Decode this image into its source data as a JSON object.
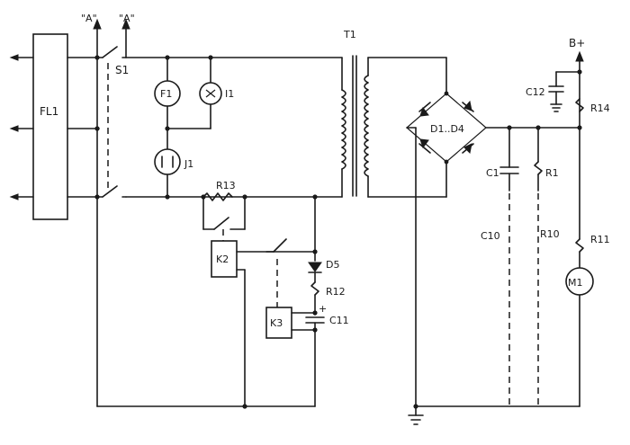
{
  "labels": {
    "fl1": "FL1",
    "a_left": "\"A\"",
    "a_right": "\"A\"",
    "s1": "S1",
    "f1": "F1",
    "i1": "I1",
    "j1": "J1",
    "r13": "R13",
    "t1": "T1",
    "k2": "K2",
    "d5": "D5",
    "r12": "R12",
    "k3": "K3",
    "c11": "C11",
    "d1d4": "D1..D4",
    "c1": "C1",
    "r1": "R1",
    "c10": "C10",
    "r10": "R10",
    "b_plus": "B+",
    "c12": "C12",
    "r14": "R14",
    "r11": "R11",
    "m1": "M1",
    "plus": "+"
  }
}
